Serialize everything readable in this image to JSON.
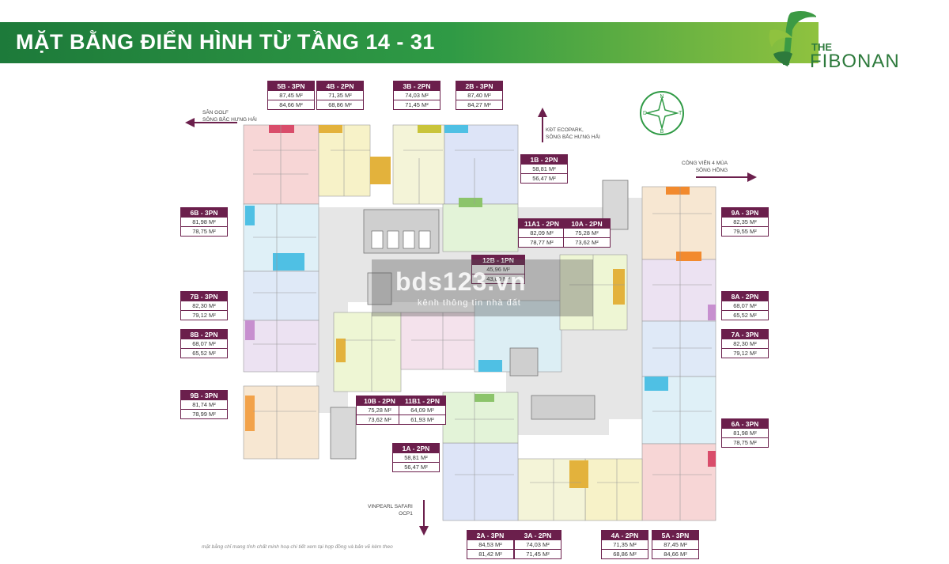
{
  "header": {
    "title": "MẶT BẰNG ĐIỂN HÌNH TỪ TẦNG 14 - 31"
  },
  "logo": {
    "the": "THE",
    "name": "FIBONAN",
    "icon": "leaf-f-logo-icon"
  },
  "directions": [
    {
      "id": "golf",
      "lines": [
        "SÂN GOLF",
        "SÔNG BẮC HƯNG HẢI"
      ]
    },
    {
      "id": "ecopark",
      "lines": [
        "KĐT ECOPARK,",
        "SÔNG BẮC HƯNG HẢI"
      ]
    },
    {
      "id": "park",
      "lines": [
        "CÔNG VIÊN 4 MÙA",
        "SÔNG HỒNG"
      ]
    },
    {
      "id": "safari",
      "lines": [
        "VINPEARL SAFARI",
        "OCP1"
      ]
    }
  ],
  "units": [
    {
      "name": "5B - 3PN",
      "a1": "87,45 M²",
      "a2": "84,66 M²"
    },
    {
      "name": "4B - 2PN",
      "a1": "71,35 M²",
      "a2": "68,86 M²"
    },
    {
      "name": "3B - 2PN",
      "a1": "74,03 M²",
      "a2": "71,45 M²"
    },
    {
      "name": "2B - 3PN",
      "a1": "87,40 M²",
      "a2": "84,27 M²"
    },
    {
      "name": "1B - 2PN",
      "a1": "58,81 M²",
      "a2": "56,47 M²"
    },
    {
      "name": "6B - 3PN",
      "a1": "81,98 M²",
      "a2": "78,75 M²"
    },
    {
      "name": "11A1 - 2PN",
      "a1": "82,09 M²",
      "a2": "78,77 M²"
    },
    {
      "name": "10A - 2PN",
      "a1": "75,28 M²",
      "a2": "73,62 M²"
    },
    {
      "name": "9A - 3PN",
      "a1": "82,35 M²",
      "a2": "79,55 M²"
    },
    {
      "name": "12B - 1PN",
      "a1": "45,96 M²",
      "a2": "43,80 M²"
    },
    {
      "name": "7B - 3PN",
      "a1": "82,30 M²",
      "a2": "79,12 M²"
    },
    {
      "name": "8A - 2PN",
      "a1": "68,07 M²",
      "a2": "65,52 M²"
    },
    {
      "name": "8B - 2PN",
      "a1": "68,07 M²",
      "a2": "65,52 M²"
    },
    {
      "name": "7A - 3PN",
      "a1": "82,30 M²",
      "a2": "79,12 M²"
    },
    {
      "name": "9B - 3PN",
      "a1": "81,74 M²",
      "a2": "78,99 M²"
    },
    {
      "name": "10B - 2PN",
      "a1": "75,28 M²",
      "a2": "73,62 M²"
    },
    {
      "name": "11B1 - 2PN",
      "a1": "64,09 M²",
      "a2": "61,93 M²"
    },
    {
      "name": "6A - 3PN",
      "a1": "81,98 M²",
      "a2": "78,75 M²"
    },
    {
      "name": "1A - 2PN",
      "a1": "58,81 M²",
      "a2": "56,47 M²"
    },
    {
      "name": "2A - 3PN",
      "a1": "84,53 M²",
      "a2": "81,42 M²"
    },
    {
      "name": "3A - 2PN",
      "a1": "74,03 M²",
      "a2": "71,45 M²"
    },
    {
      "name": "4A - 2PN",
      "a1": "71,35 M²",
      "a2": "68,86 M²"
    },
    {
      "name": "5A - 3PN",
      "a1": "87,45 M²",
      "a2": "84,66 M²"
    }
  ],
  "compass": {
    "letters": [
      "N",
      "D",
      "B",
      "T"
    ]
  },
  "footnote": "mặt bằng chỉ mang tính chất minh hoạ chi tiết xem tại hợp đồng và bản vẽ kèm theo",
  "watermark": {
    "title": "bds123.vn",
    "subtitle": "kênh thông tin nhà đất"
  },
  "colors": {
    "banner": "#2f9a45",
    "label": "#6b1f4c",
    "accent": "#8fc23f"
  }
}
